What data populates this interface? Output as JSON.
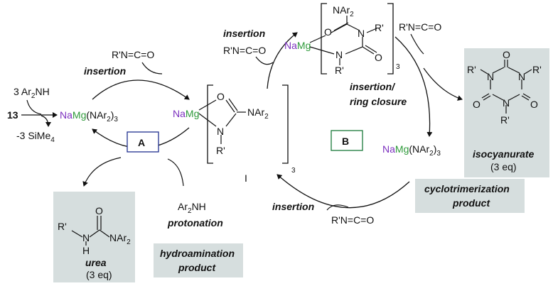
{
  "colors": {
    "na": "#7b2fbe",
    "mg": "#2e9a3a",
    "box_bg": "#d6dede",
    "label_blue": "#1f2f8f",
    "label_green": "#1a7a3a",
    "iso_green": "#2e9a3a"
  },
  "left": {
    "reagent_13": "13",
    "ar2nh": "3 Ar",
    "ar2nh_sub": "2",
    "ar2nh_tail": "NH",
    "sime4": "-3 SiMe",
    "sime4_sub": "4",
    "center_na": "Na",
    "center_mg": "Mg",
    "center_tail": "(NAr",
    "center_sub": "2",
    "center_close": ")",
    "center_sub3": "3"
  },
  "cycle_a": {
    "label": "A",
    "top_reagent": "R'N=C=O",
    "top_label": "insertion",
    "bottom_reagent_main": "Ar",
    "bottom_reagent_sub": "2",
    "bottom_reagent_tail": "NH",
    "bottom_label": "protonation"
  },
  "intermediate": {
    "na": "Na",
    "mg": "Mg",
    "o": "O",
    "n": "N",
    "r": "R'",
    "nar2": "NAr",
    "nar2_sub": "2",
    "bracket_sub": "3",
    "roman": "I"
  },
  "urea_box": {
    "r": "R'",
    "n1": "N",
    "h": "H",
    "o": "O",
    "nar2": "NAr",
    "nar2_sub": "2",
    "name": "urea",
    "eq": "(3 eq)"
  },
  "hydro_box": {
    "line1": "hydroamination",
    "line2": "product"
  },
  "cycle_b": {
    "label": "B",
    "top_left_label": "insertion",
    "top_left_reagent": "R'N=C=O",
    "top_right_reagent": "R'N=C=O",
    "right_label_1": "insertion/",
    "right_label_2": "ring closure",
    "bottom_label": "insertion",
    "bottom_reagent": "R'N=C=O",
    "center_na": "Na",
    "center_mg": "Mg",
    "center_tail": "(NAr",
    "center_sub": "2",
    "center_close": ")",
    "center_sub3": "3"
  },
  "top_intermediate": {
    "na": "Na",
    "mg": "Mg",
    "nar2": "NAr",
    "nar2_sub": "2",
    "o1": "O",
    "o2": "O",
    "n1": "N",
    "n2": "N",
    "r1": "R'",
    "r2": "R'",
    "bracket_sub": "3"
  },
  "iso_box": {
    "r1": "R'",
    "r2": "R'",
    "r3": "R'",
    "o1": "O",
    "o2": "O",
    "o3": "O",
    "n1": "N",
    "n2": "N",
    "n3": "N",
    "name": "isocyanurate",
    "eq": "(3 eq)"
  },
  "cyclo_box": {
    "line1": "cyclotrimerization",
    "line2": "product"
  }
}
